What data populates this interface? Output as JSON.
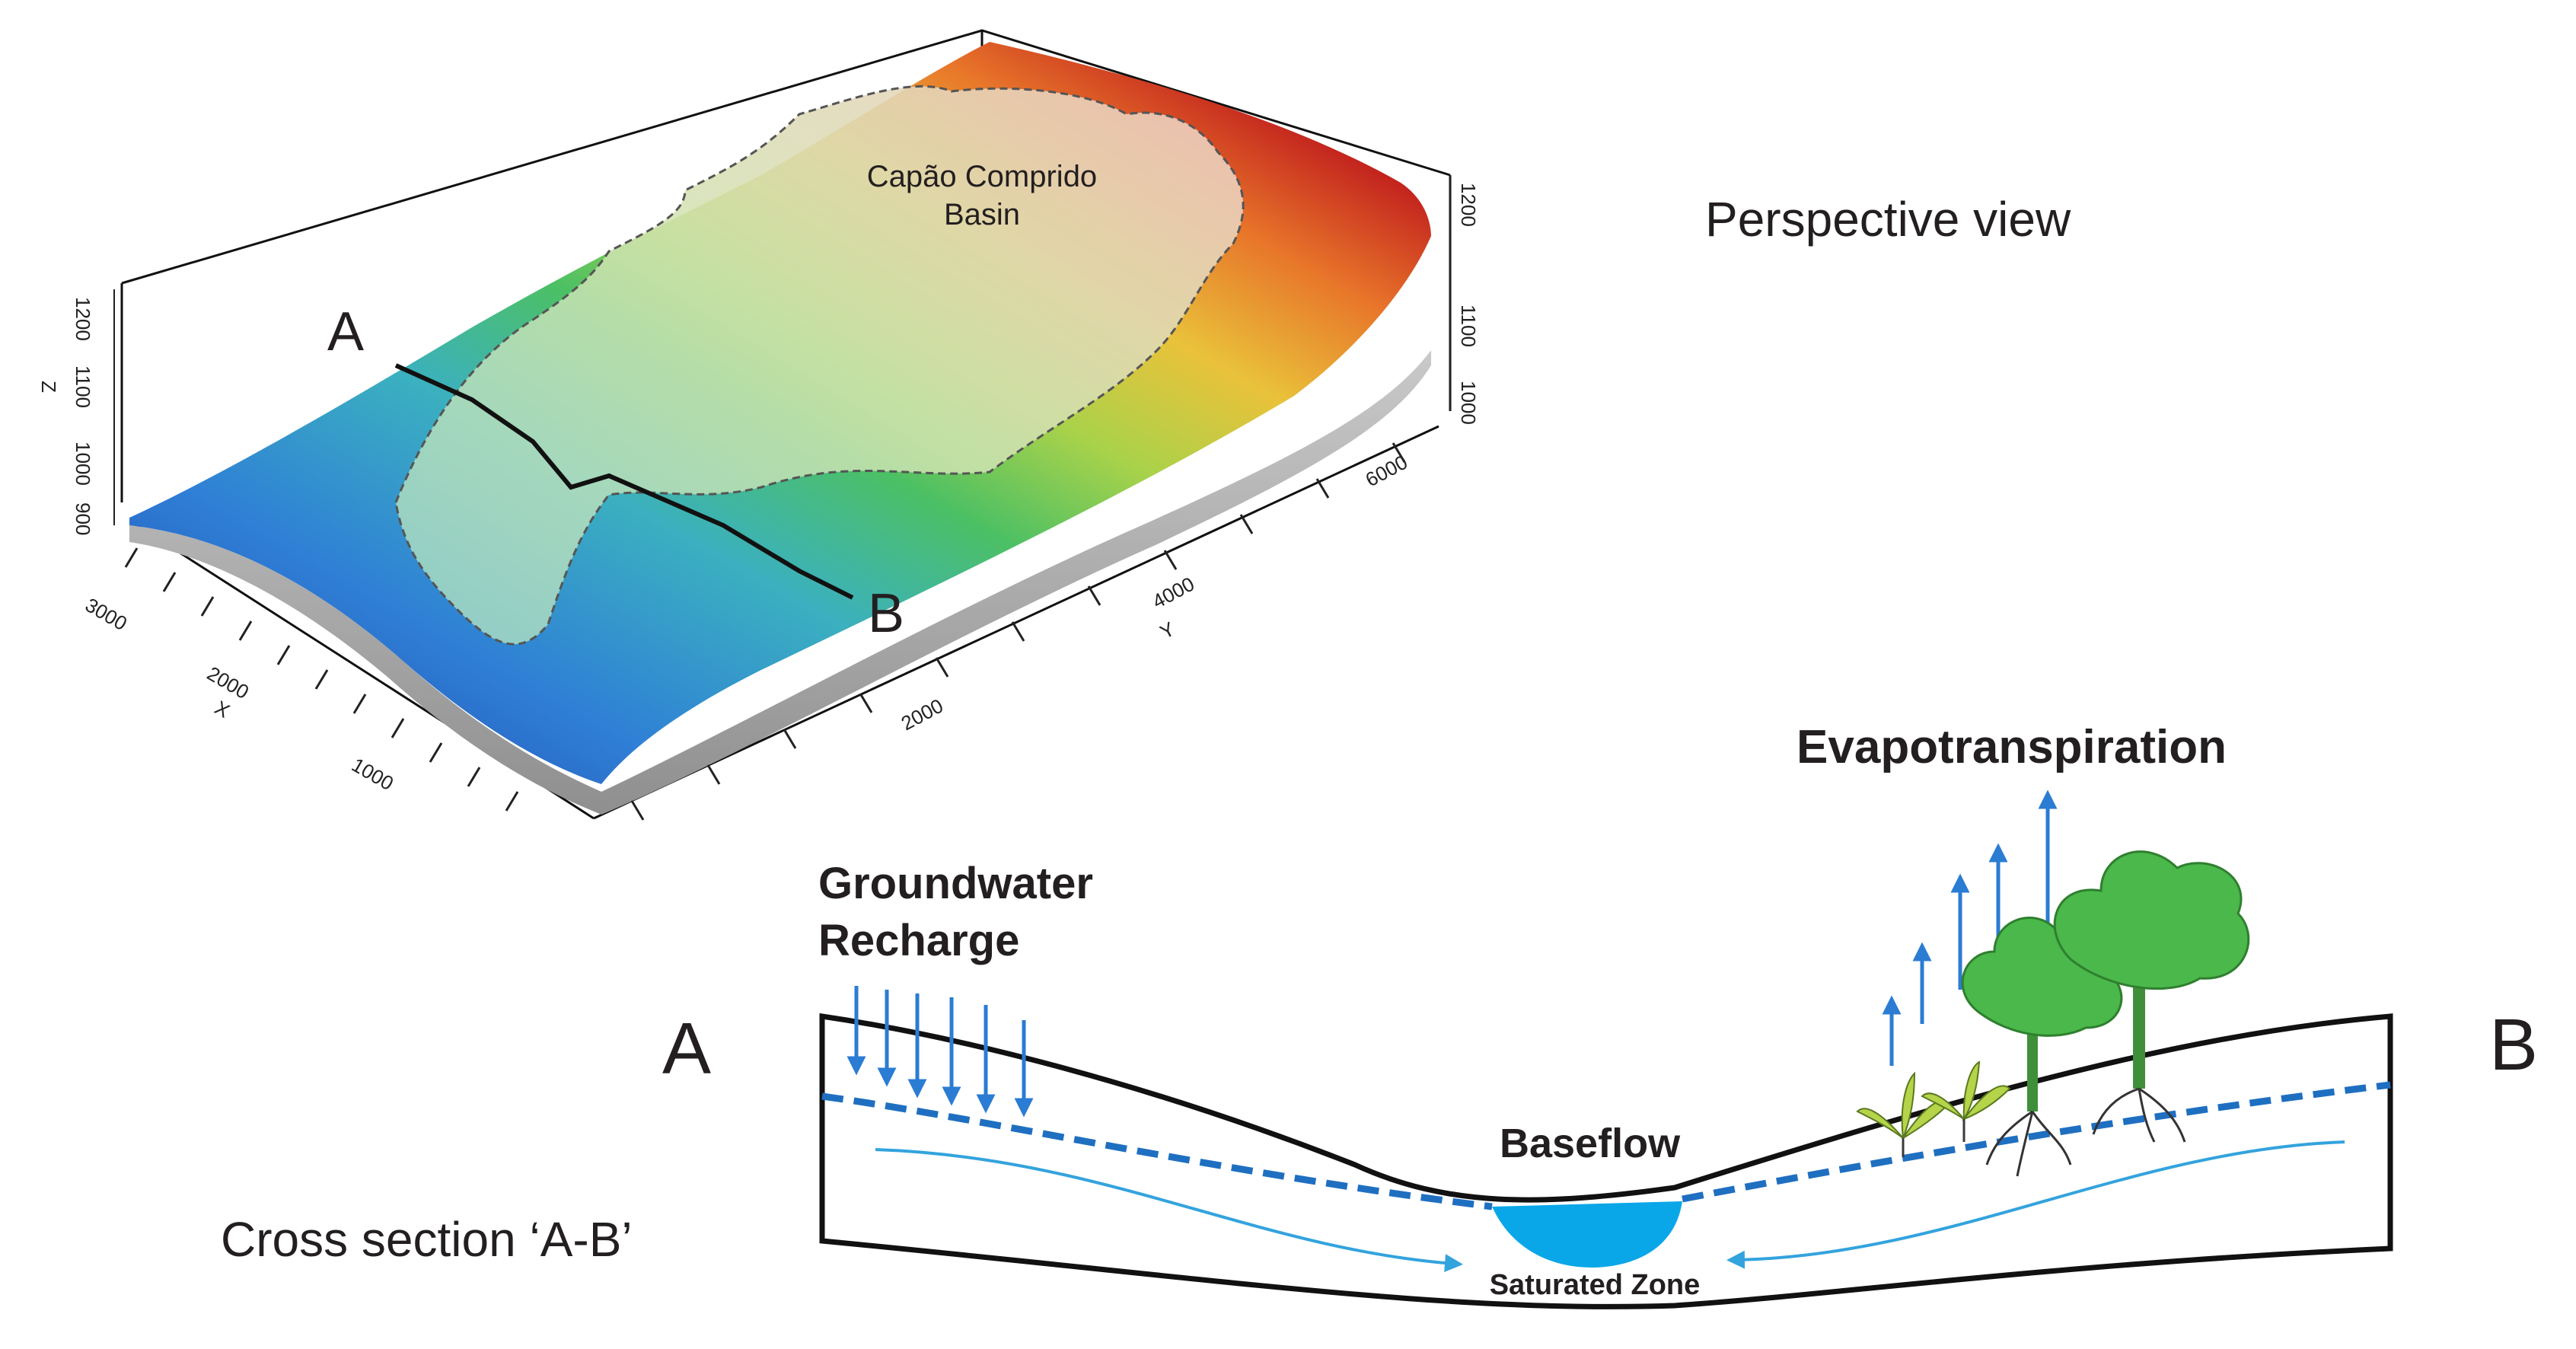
{
  "labels": {
    "perspective_view": "Perspective view",
    "basin_name_line1": "Capão Comprido",
    "basin_name_line2": "Basin",
    "point_a": "A",
    "point_b": "B",
    "cross_a": "A",
    "cross_b": "B",
    "cross_section": "Cross section ‘A-B’",
    "evapotranspiration": "Evapotranspiration",
    "recharge_line1": "Groundwater",
    "recharge_line2": "Recharge",
    "baseflow": "Baseflow",
    "saturated_zone": "Saturated Zone"
  },
  "axes": {
    "z_label": "Z",
    "z_ticks_left": [
      "900",
      "1000",
      "1100",
      "1200"
    ],
    "z_ticks_right": [
      "1000",
      "1100",
      "1200"
    ],
    "x_label": "X",
    "x_ticks": [
      "1000",
      "2000",
      "3000"
    ],
    "y_label": "Y",
    "y_ticks": [
      "2000",
      "4000",
      "6000"
    ]
  },
  "colors": {
    "water_blue": "#1f6fc1",
    "arrow_blue": "#2b7cd3",
    "baseflow_blue": "#0aa7e8",
    "flow_line": "#33a3dd",
    "tree_green": "#4ab84a",
    "shrub_green": "#b5d44a",
    "terrain_low": "#1e3fa8",
    "terrain_high": "#5a0a0a"
  }
}
